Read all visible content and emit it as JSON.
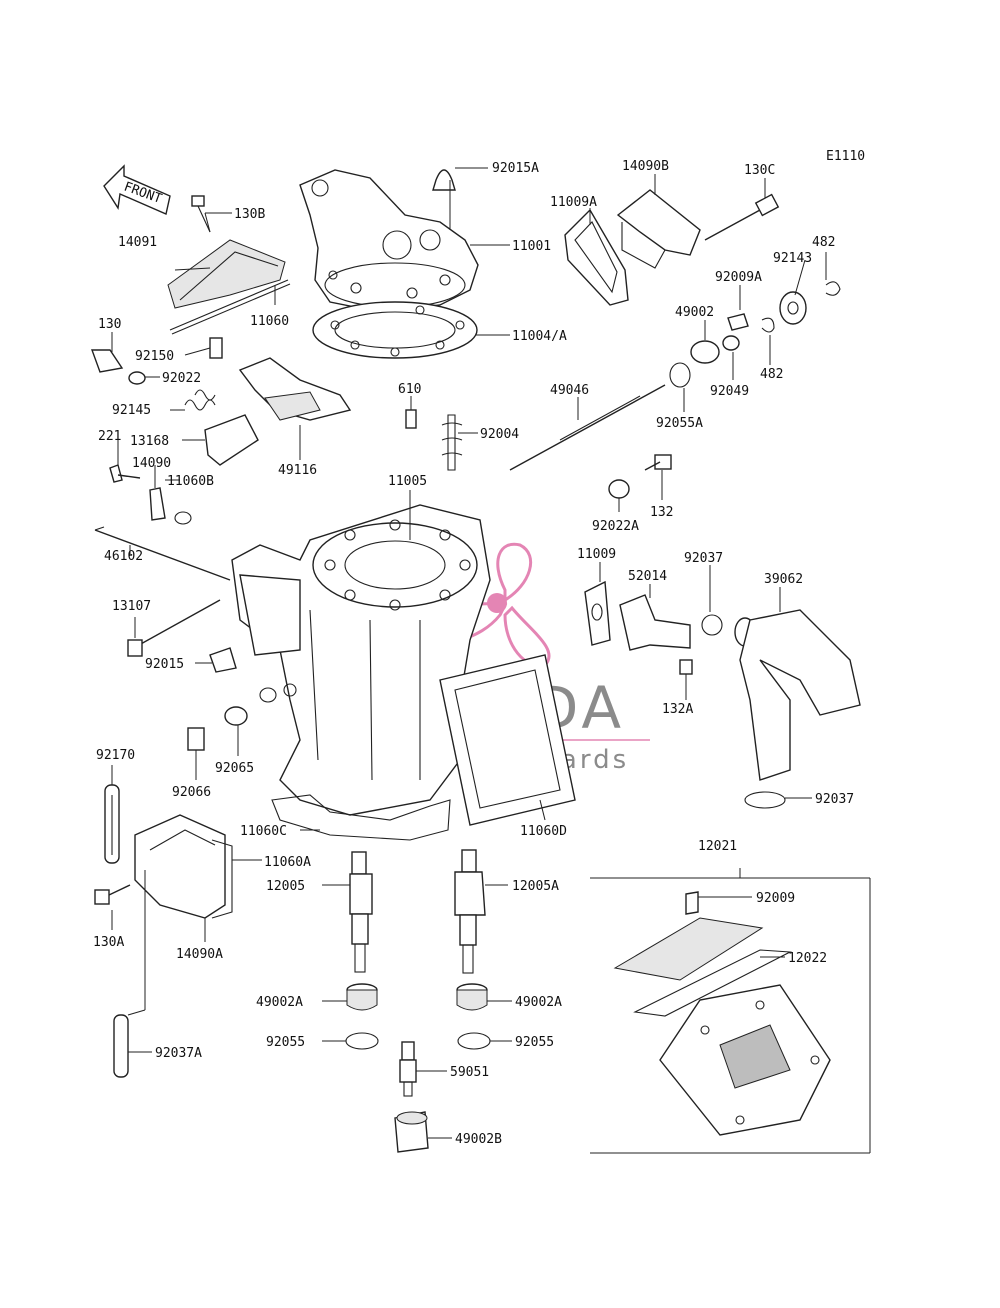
{
  "diagram": {
    "code": "E1110",
    "front_marker": "FRONT",
    "watermark": {
      "brand": "ARMADA",
      "tagline": "marine outboards",
      "accent_color": "#e070a8",
      "text_color": "#7a7a7a"
    },
    "labels": [
      {
        "id": "l-92015a",
        "text": "92015A"
      },
      {
        "id": "l-14090b",
        "text": "14090B"
      },
      {
        "id": "l-130c",
        "text": "130C"
      },
      {
        "id": "l-130b",
        "text": "130B"
      },
      {
        "id": "l-11009a",
        "text": "11009A"
      },
      {
        "id": "l-482a",
        "text": "482"
      },
      {
        "id": "l-92143",
        "text": "92143"
      },
      {
        "id": "l-14091",
        "text": "14091"
      },
      {
        "id": "l-11001",
        "text": "11001"
      },
      {
        "id": "l-92009a",
        "text": "92009A"
      },
      {
        "id": "l-11060",
        "text": "11060"
      },
      {
        "id": "l-49002",
        "text": "49002"
      },
      {
        "id": "l-11004a",
        "text": "11004/A"
      },
      {
        "id": "l-130",
        "text": "130"
      },
      {
        "id": "l-92150",
        "text": "92150"
      },
      {
        "id": "l-92022",
        "text": "92022"
      },
      {
        "id": "l-482b",
        "text": "482"
      },
      {
        "id": "l-92049",
        "text": "92049"
      },
      {
        "id": "l-610",
        "text": "610"
      },
      {
        "id": "l-49046",
        "text": "49046"
      },
      {
        "id": "l-92145",
        "text": "92145"
      },
      {
        "id": "l-92055a",
        "text": "92055A"
      },
      {
        "id": "l-92004",
        "text": "92004"
      },
      {
        "id": "l-221",
        "text": "221"
      },
      {
        "id": "l-13168",
        "text": "13168"
      },
      {
        "id": "l-49116",
        "text": "49116"
      },
      {
        "id": "l-14090",
        "text": "14090"
      },
      {
        "id": "l-11005",
        "text": "11005"
      },
      {
        "id": "l-11060b",
        "text": "11060B"
      },
      {
        "id": "l-132",
        "text": "132"
      },
      {
        "id": "l-92022a",
        "text": "92022A"
      },
      {
        "id": "l-11009",
        "text": "11009"
      },
      {
        "id": "l-92037a1",
        "text": "92037"
      },
      {
        "id": "l-52014",
        "text": "52014"
      },
      {
        "id": "l-39062",
        "text": "39062"
      },
      {
        "id": "l-46102",
        "text": "46102"
      },
      {
        "id": "l-13107",
        "text": "13107"
      },
      {
        "id": "l-92015",
        "text": "92015"
      },
      {
        "id": "l-132a",
        "text": "132A"
      },
      {
        "id": "l-92170",
        "text": "92170"
      },
      {
        "id": "l-92065",
        "text": "92065"
      },
      {
        "id": "l-92066",
        "text": "92066"
      },
      {
        "id": "l-92037b",
        "text": "92037"
      },
      {
        "id": "l-11060c",
        "text": "11060C"
      },
      {
        "id": "l-11060d",
        "text": "11060D"
      },
      {
        "id": "l-11060a",
        "text": "11060A"
      },
      {
        "id": "l-12021",
        "text": "12021"
      },
      {
        "id": "l-12005",
        "text": "12005"
      },
      {
        "id": "l-12005a",
        "text": "12005A"
      },
      {
        "id": "l-92009",
        "text": "92009"
      },
      {
        "id": "l-130a",
        "text": "130A"
      },
      {
        "id": "l-14090a",
        "text": "14090A"
      },
      {
        "id": "l-12022",
        "text": "12022"
      },
      {
        "id": "l-49002a1",
        "text": "49002A"
      },
      {
        "id": "l-49002a2",
        "text": "49002A"
      },
      {
        "id": "l-92055-1",
        "text": "92055"
      },
      {
        "id": "l-92055-2",
        "text": "92055"
      },
      {
        "id": "l-59051",
        "text": "59051"
      },
      {
        "id": "l-92037a",
        "text": "92037A"
      },
      {
        "id": "l-49002b",
        "text": "49002B"
      }
    ]
  }
}
